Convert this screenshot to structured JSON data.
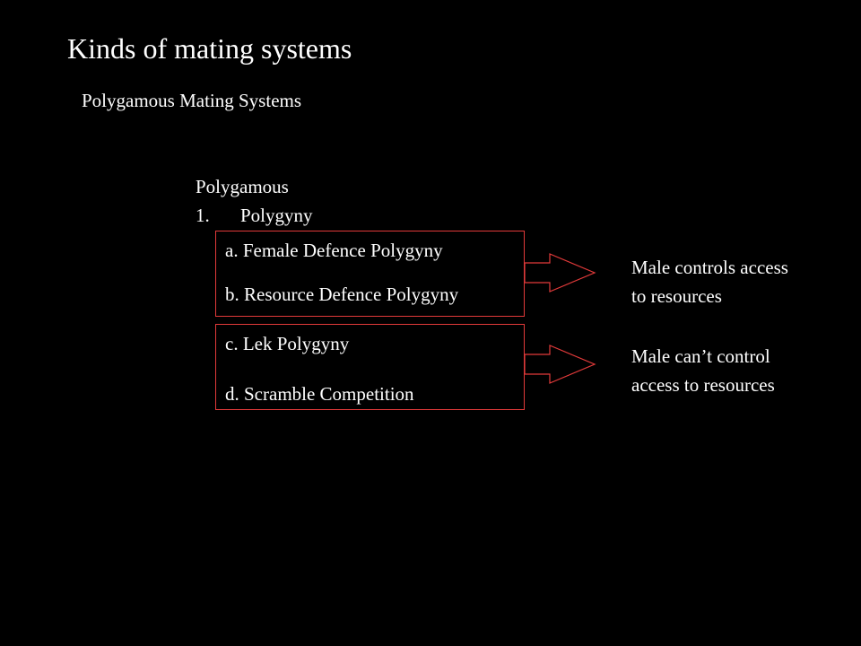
{
  "slide": {
    "title": "Kinds of mating systems",
    "subtitle": "Polygamous Mating Systems",
    "heading": "Polygamous",
    "list": {
      "number": "1.",
      "label": "Polygyny"
    },
    "groups": [
      {
        "items": [
          "a. Female Defence Polygyny",
          "b. Resource Defence Polygyny"
        ],
        "note_lines": [
          "Male controls access",
          "to resources"
        ]
      },
      {
        "items": [
          "c. Lek Polygyny",
          "d. Scramble Competition"
        ],
        "note_lines": [
          "Male can’t control",
          "access to resources"
        ]
      }
    ],
    "colors": {
      "background": "#000000",
      "text": "#ffffff",
      "box_border": "#e23a3a",
      "arrow_stroke": "#e23a3a"
    },
    "icons": [
      "block-arrow-right-icon",
      "block-arrow-right-icon"
    ]
  }
}
